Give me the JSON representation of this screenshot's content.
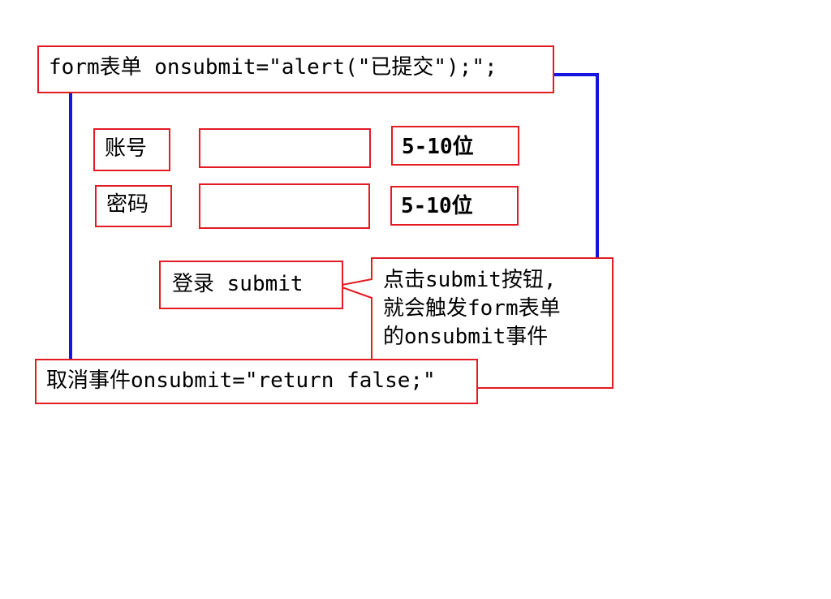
{
  "colors": {
    "box_border": "#e31b23",
    "connector": "#1515e0",
    "text": "#000000",
    "background": "#ffffff"
  },
  "form_label": "form表单 onsubmit=\"alert(\"已提交\");\";",
  "fields": [
    {
      "label": "账号",
      "hint": "5-10位"
    },
    {
      "label": "密码",
      "hint": "5-10位"
    }
  ],
  "submit_label": "登录 submit",
  "callout_lines": [
    "点击submit按钮,",
    "就会触发form表单",
    "的onsubmit事件"
  ],
  "cancel_label": "取消事件onsubmit=\"return false;\""
}
